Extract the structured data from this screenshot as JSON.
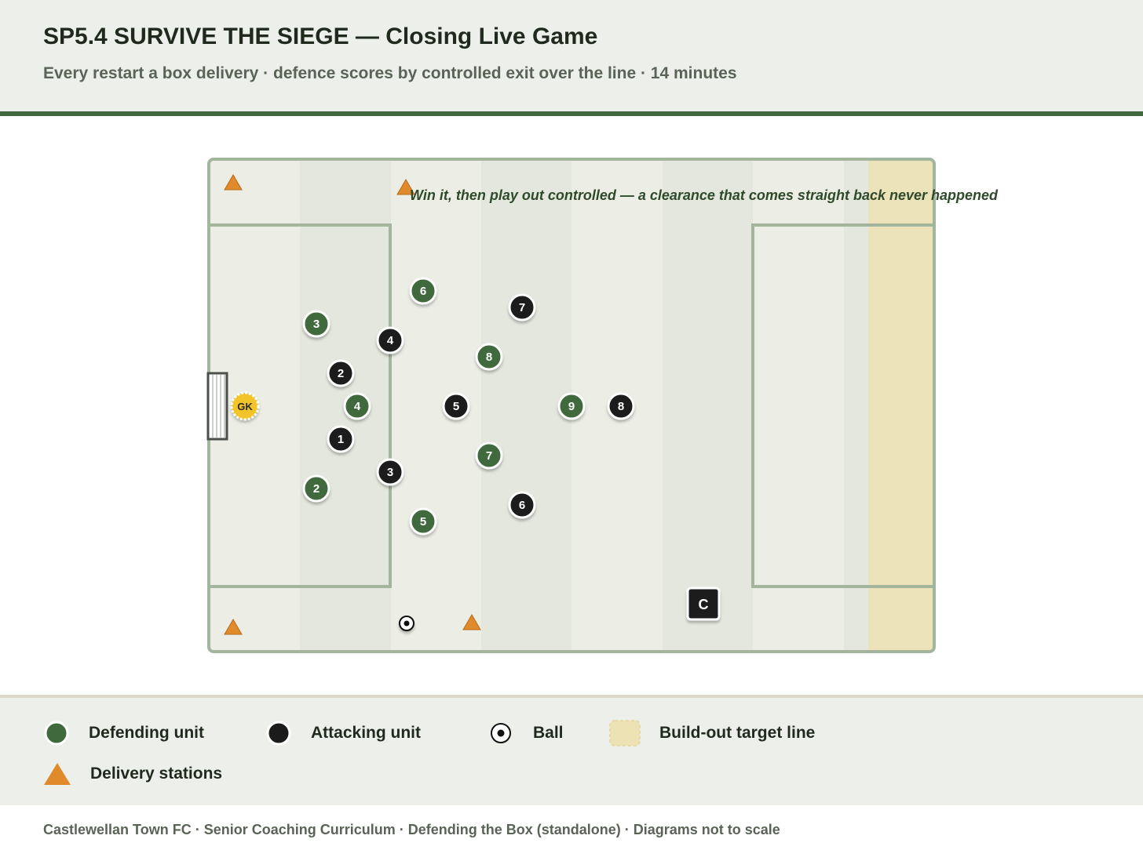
{
  "header": {
    "title": "SP5.4 SURVIVE THE SIEGE — Closing Live Game",
    "subtitle": "Every restart a box delivery · defence scores by controlled exit over the line · 14 minutes"
  },
  "diagram": {
    "annotation": "Win it, then play out controlled — a clearance that comes straight back never happened",
    "goalkeeper_label": "GK",
    "coach_label": "C",
    "defenders": [
      "6",
      "3",
      "8",
      "4",
      "9",
      "7",
      "2",
      "5"
    ],
    "attackers": [
      "7",
      "4",
      "2",
      "5",
      "8",
      "1",
      "3",
      "6"
    ]
  },
  "legend": {
    "defending": "Defending unit",
    "attacking": "Attacking unit",
    "ball": "Ball",
    "target_line": "Build-out target line",
    "stations": "Delivery stations"
  },
  "footer": {
    "text": "Castlewellan Town FC · Senior Coaching Curriculum · Defending the Box (standalone) · Diagrams not to scale"
  },
  "colors": {
    "defending": "#3f6a3d",
    "attacking": "#1b1b1b",
    "cone": "#e08a2c",
    "target_line": "#ede2b4",
    "goalkeeper": "#f2c42c",
    "pitch_line": "#a4b59e"
  }
}
